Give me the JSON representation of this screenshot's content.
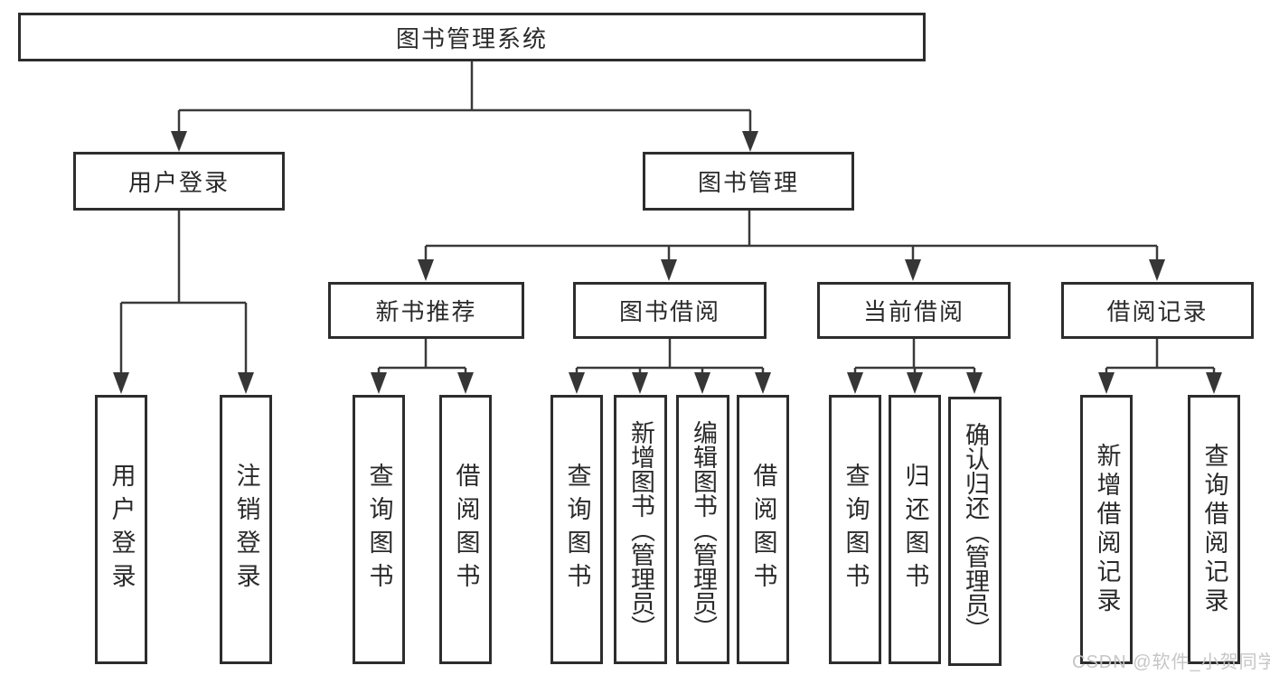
{
  "tree": {
    "root": "图书管理系统",
    "branches": [
      {
        "label": "用户登录",
        "children": [
          "用户登录",
          "注销登录"
        ]
      },
      {
        "label": "图书管理",
        "groups": [
          {
            "label": "新书推荐",
            "children": [
              "查询图书",
              "借阅图书"
            ]
          },
          {
            "label": "图书借阅",
            "children": [
              "查询图书",
              "新增图书（管理员）",
              "编辑图书（管理员）",
              "借阅图书"
            ]
          },
          {
            "label": "当前借阅",
            "children": [
              "查询图书",
              "归还图书",
              "确认归还（管理员）"
            ]
          },
          {
            "label": "借阅记录",
            "children": [
              "新增借阅记录",
              "查询借阅记录"
            ]
          }
        ]
      }
    ]
  },
  "watermark": {
    "text": "CSDN @软件_小贺同学"
  },
  "colors": {
    "line": "#3a3a3a",
    "border": "#2d2d2d",
    "text": "#2a2a2a",
    "watermark": "#c3c3c3",
    "background": "#ffffff"
  }
}
